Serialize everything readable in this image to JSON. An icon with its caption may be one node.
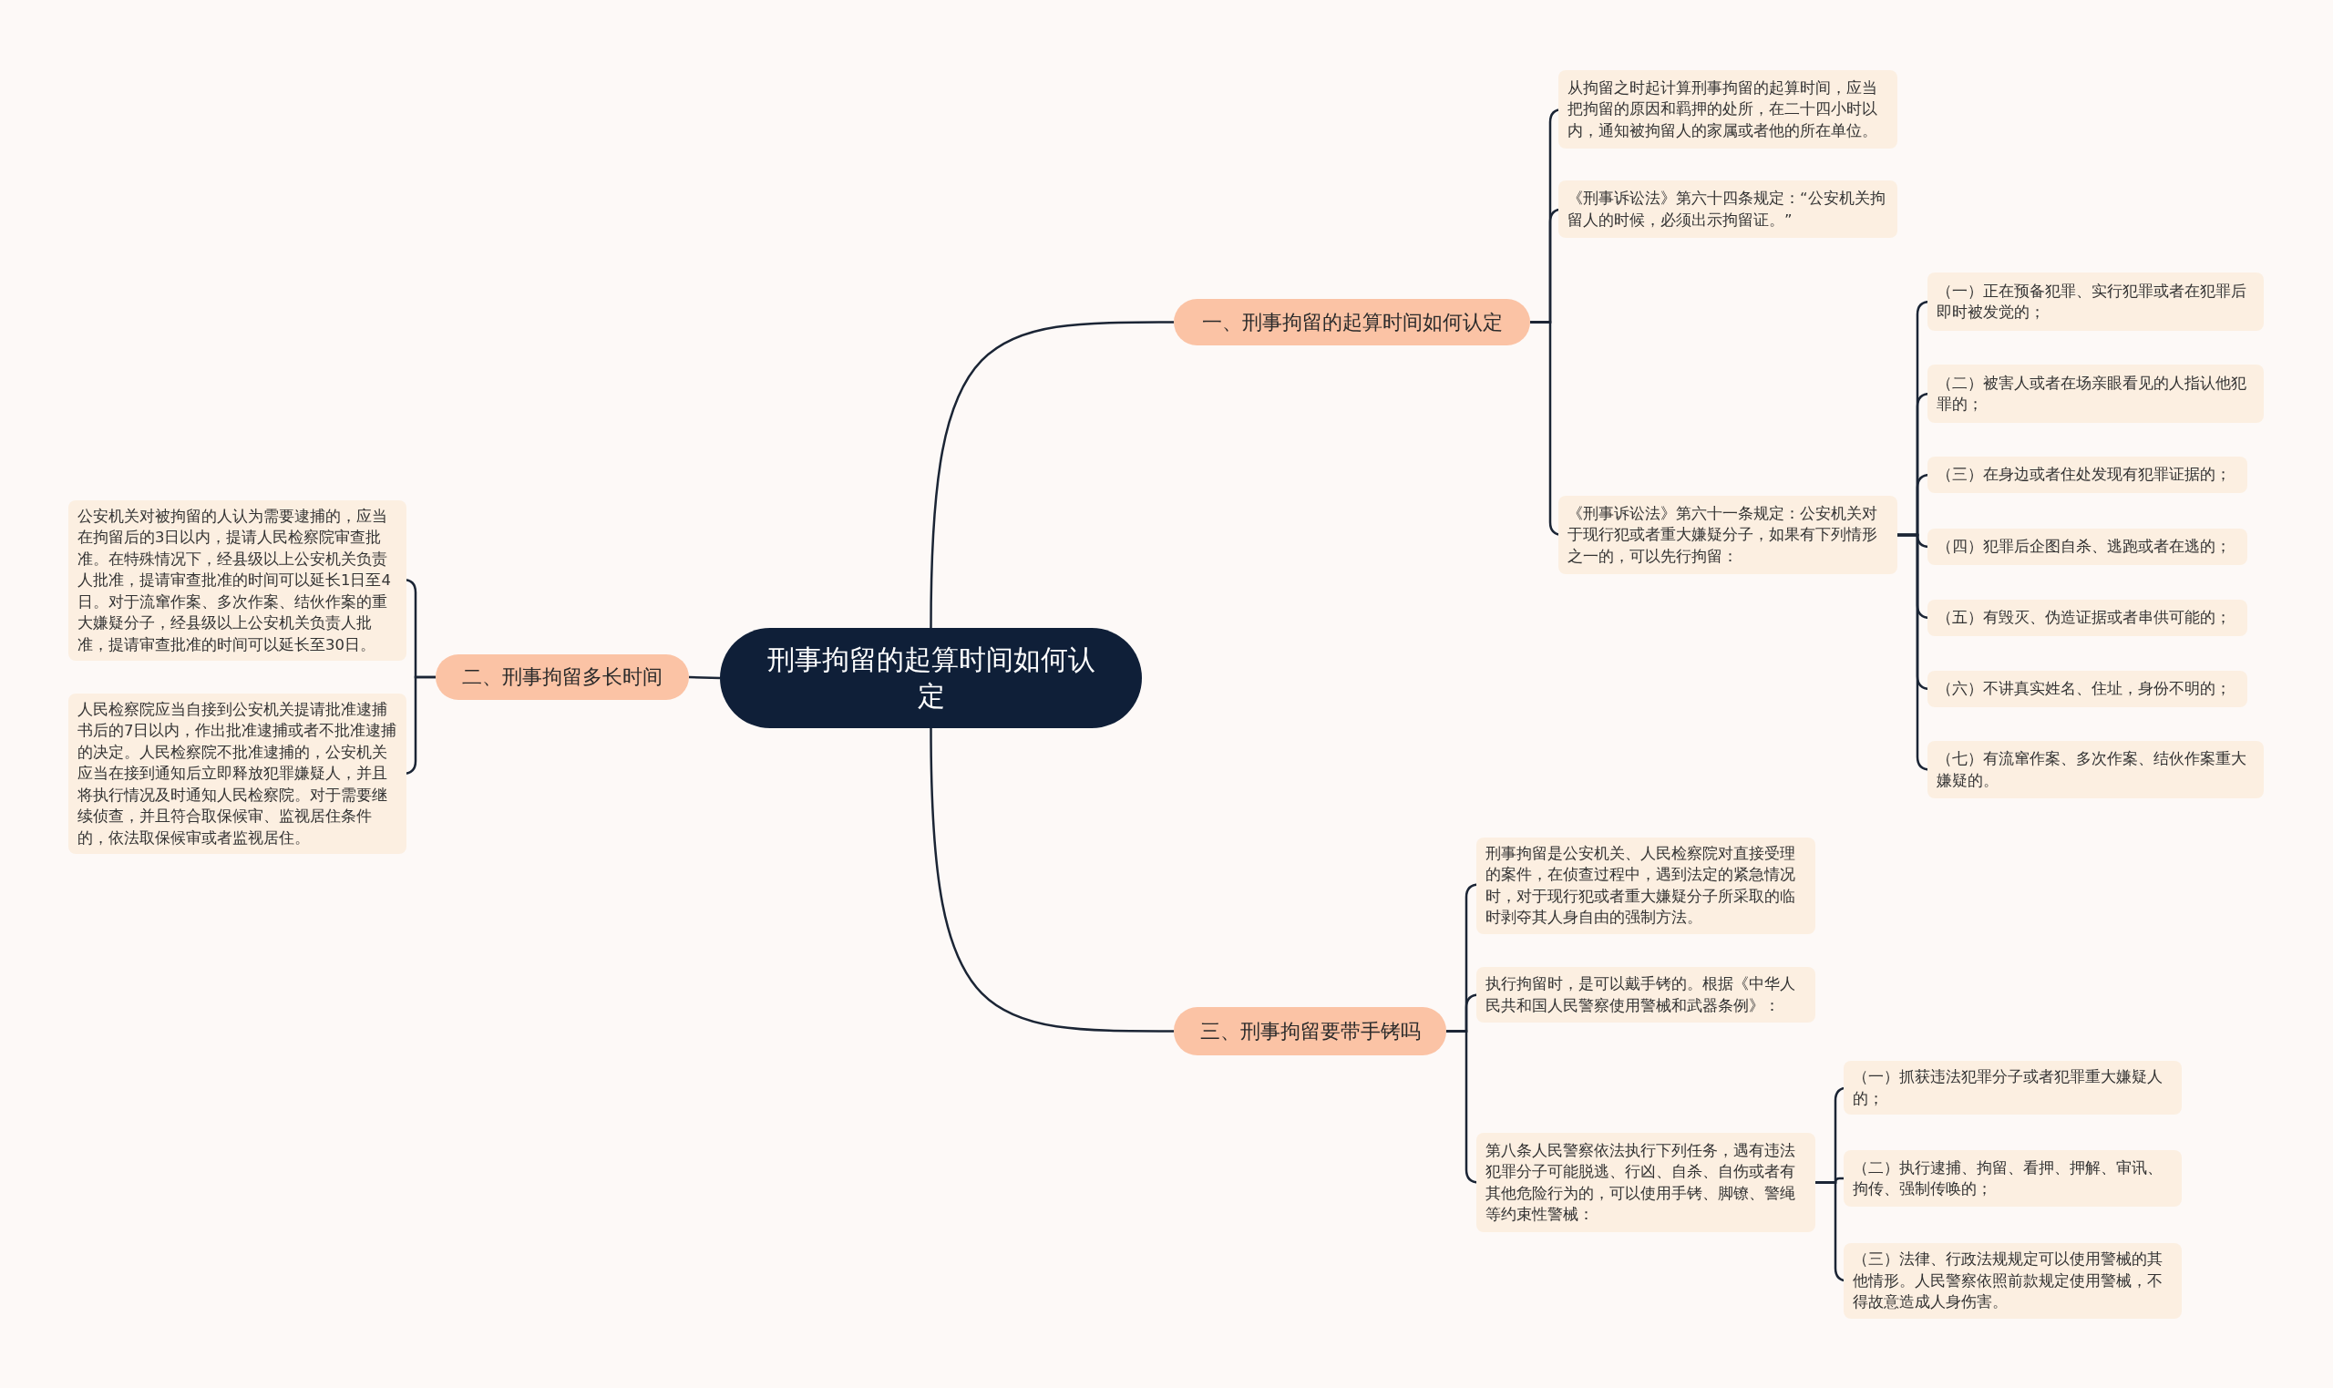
{
  "diagram": {
    "nodes": [
      {
        "text": [
          "刑事拘留的起算时间如何认定"
        ]
      },
      {
        "text": [
          "一、刑事拘留的起算时间如何认定"
        ]
      },
      {
        "text": [
          "从拘留之时起计算刑事拘留的起算时间，应当把拘留的原因和羁押的处所，在二十四小时以内，通知被拘留人的家属或者他的所在单位。"
        ]
      },
      {
        "text": [
          "《刑事诉讼法》第六十四条规定：“公安机关拘留人的时候，必须出示拘留证。”"
        ]
      },
      {
        "text": [
          "《刑事诉讼法》第六十一条规定：公安机关对于现行犯或者重大嫌疑分子，如果有下列情形之一的，可以先行拘留："
        ]
      },
      {
        "text": [
          "（一）正在预备犯罪、实行犯罪或者在犯罪后即时被发觉的；"
        ]
      },
      {
        "text": [
          "（二）被害人或者在场亲眼看见的人指认他犯罪的；"
        ]
      },
      {
        "text": [
          "（三）在身边或者住处发现有犯罪证据的；"
        ]
      },
      {
        "text": [
          "（四）犯罪后企图自杀、逃跑或者在逃的；"
        ]
      },
      {
        "text": [
          "（五）有毁灭、伪造证据或者串供可能的；"
        ]
      },
      {
        "text": [
          "（六）不讲真实姓名、住址，身份不明的；"
        ]
      },
      {
        "text": [
          "（七）有流窜作案、多次作案、结伙作案重大嫌疑的。"
        ]
      },
      {
        "text": [
          "二、刑事拘留多长时间"
        ]
      },
      {
        "text": [
          "公安机关对被拘留的人认为需要逮捕的，应当在拘留后的3日以内，提请人民检察院审查批准。在特殊情况下，经县级以上公安机关负责人批准，提请审查批准的时间可以延长1日至4日。对于流窜作案、多次作案、结伙作案的重大嫌疑分子，经县级以上公安机关负责人批准，提请审查批准的时间可以延长至30日。"
        ]
      },
      {
        "text": [
          "人民检察院应当自接到公安机关提请批准逮捕书后的7日以内，作出批准逮捕或者不批准逮捕的决定。人民检察院不批准逮捕的，公安机关应当在接到通知后立即释放犯罪嫌疑人，并且将执行情况及时通知人民检察院。对于需要继续侦查，并且符合取保候审、监视居住条件的，依法取保候审或者监视居住。"
        ]
      },
      {
        "text": [
          "三、刑事拘留要带手铐吗"
        ]
      },
      {
        "text": [
          "刑事拘留是公安机关、人民检察院对直接受理的案件，在侦查过程中，遇到法定的紧急情况时，对于现行犯或者重大嫌疑分子所采取的临时剥夺其人身自由的强制方法。"
        ]
      },
      {
        "text": [
          "执行拘留时，是可以戴手铐的。根据《中华人民共和国人民警察使用警械和武器条例》："
        ]
      },
      {
        "text": [
          "第八条人民警察依法执行下列任务，遇有违法犯罪分子可能脱逃、行凶、自杀、自伤或者有其他危险行为的，可以使用手铐、脚镣、警绳等约束性警械："
        ]
      },
      {
        "text": [
          "（一）抓获违法犯罪分子或者犯罪重大嫌疑人的；"
        ]
      },
      {
        "text": [
          "（二）执行逮捕、拘留、看押、押解、审讯、拘传、强制传唤的；"
        ]
      },
      {
        "text": [
          "（三）法律、行政法规规定可以使用警械的其他情形。人民警察依照前款规定使用警械，不得故意造成人身伤害。"
        ]
      }
    ],
    "edges": [
      {
        "from": 0,
        "to": 1,
        "arrow": "none"
      },
      {
        "from": 0,
        "to": 12,
        "arrow": "none"
      },
      {
        "from": 0,
        "to": 15,
        "arrow": "none"
      },
      {
        "from": 1,
        "to": 2,
        "arrow": "none"
      },
      {
        "from": 1,
        "to": 3,
        "arrow": "none"
      },
      {
        "from": 1,
        "to": 4,
        "arrow": "none"
      },
      {
        "from": 4,
        "to": 5,
        "arrow": "none"
      },
      {
        "from": 4,
        "to": 6,
        "arrow": "none"
      },
      {
        "from": 4,
        "to": 7,
        "arrow": "none"
      },
      {
        "from": 4,
        "to": 8,
        "arrow": "none"
      },
      {
        "from": 4,
        "to": 9,
        "arrow": "none"
      },
      {
        "from": 4,
        "to": 10,
        "arrow": "none"
      },
      {
        "from": 4,
        "to": 11,
        "arrow": "none"
      },
      {
        "from": 12,
        "to": 13,
        "arrow": "none"
      },
      {
        "from": 12,
        "to": 14,
        "arrow": "none"
      },
      {
        "from": 15,
        "to": 16,
        "arrow": "none"
      },
      {
        "from": 15,
        "to": 17,
        "arrow": "none"
      },
      {
        "from": 15,
        "to": 18,
        "arrow": "none"
      },
      {
        "from": 18,
        "to": 19,
        "arrow": "none"
      },
      {
        "from": 18,
        "to": 20,
        "arrow": "none"
      },
      {
        "from": 18,
        "to": 21,
        "arrow": "none"
      }
    ]
  }
}
